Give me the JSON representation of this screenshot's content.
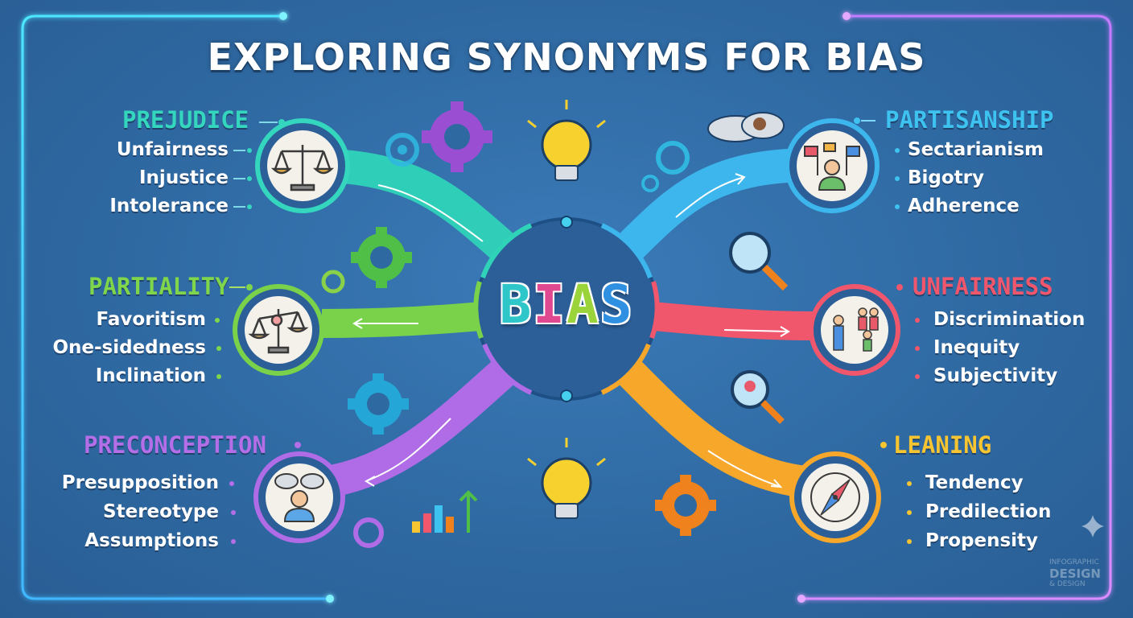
{
  "title": "EXPLORING SYNONYMS FOR BIAS",
  "center": {
    "letters": [
      "B",
      "I",
      "A",
      "S"
    ],
    "colors": [
      "#2ec6c9",
      "#e0498f",
      "#9ad43a",
      "#2f8fe0"
    ]
  },
  "groups": [
    {
      "heading": "PREJUDICE",
      "color": "#34d6be",
      "icon": "scales-of-justice-icon",
      "items": [
        "Unfairness",
        "Injustice",
        "Intolerance"
      ]
    },
    {
      "heading": "PARTIALITY",
      "color": "#7fd64a",
      "icon": "tilted-scales-icon",
      "items": [
        "Favoritism",
        "One-sidedness",
        "Inclination"
      ]
    },
    {
      "heading": "PRECONCEPTION",
      "color": "#b46ee8",
      "icon": "thinking-person-icon",
      "items": [
        "Presupposition",
        "Stereotype",
        "Assumptions"
      ]
    },
    {
      "heading": "PARTISANSHIP",
      "color": "#3ec2ef",
      "icon": "person-with-flags-icon",
      "items": [
        "Sectarianism",
        "Bigotry",
        "Adherence"
      ]
    },
    {
      "heading": "UNFAIRNESS",
      "color": "#f0566c",
      "icon": "unequal-people-icon",
      "items": [
        "Discrimination",
        "Inequity",
        "Subjectivity"
      ]
    },
    {
      "heading": "LEANING",
      "color": "#f7c531",
      "icon": "compass-icon",
      "items": [
        "Tendency",
        "Predilection",
        "Propensity"
      ]
    }
  ],
  "watermark": {
    "line1": "INFOGRAPHIC",
    "line2": "DESIGN",
    "line3": "& DESIGN"
  }
}
